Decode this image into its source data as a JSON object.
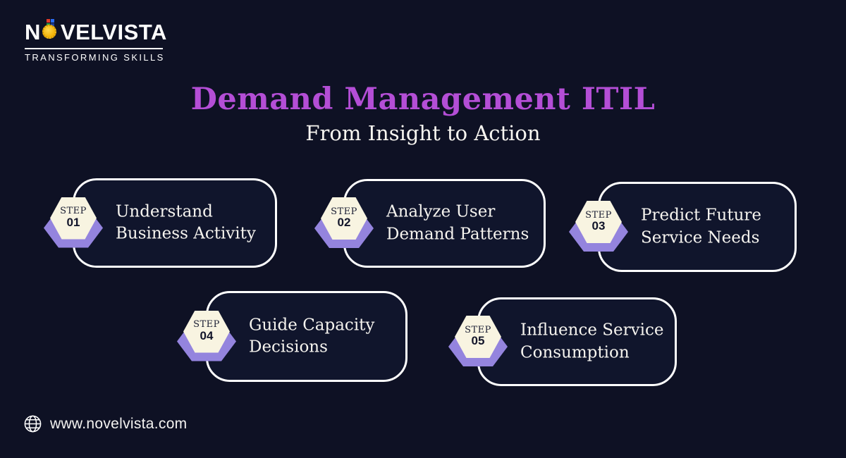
{
  "brand": {
    "name_first_letter": "N",
    "name_rest": "VELVISTA",
    "tagline": "TRANSFORMING SKILLS"
  },
  "header": {
    "title": "Demand Management ITIL",
    "subtitle": "From Insight to Action"
  },
  "steps": [
    {
      "label": "STEP",
      "number": "01",
      "line1": "Understand",
      "line2": "Business Activity"
    },
    {
      "label": "STEP",
      "number": "02",
      "line1": "Analyze User",
      "line2": "Demand Patterns"
    },
    {
      "label": "STEP",
      "number": "03",
      "line1": "Predict Future",
      "line2": "Service Needs"
    },
    {
      "label": "STEP",
      "number": "04",
      "line1": "Guide Capacity",
      "line2": "Decisions"
    },
    {
      "label": "STEP",
      "number": "05",
      "line1": "Influence Service",
      "line2": "Consumption"
    }
  ],
  "footer": {
    "website": "www.novelvista.com"
  },
  "colors": {
    "background": "#0e1124",
    "title_accent": "#b44ed6",
    "hexagon_purple": "#9484de",
    "hexagon_cream": "#f8f4e1",
    "card_border": "#ffffff",
    "text_light": "#f6f4ef"
  }
}
